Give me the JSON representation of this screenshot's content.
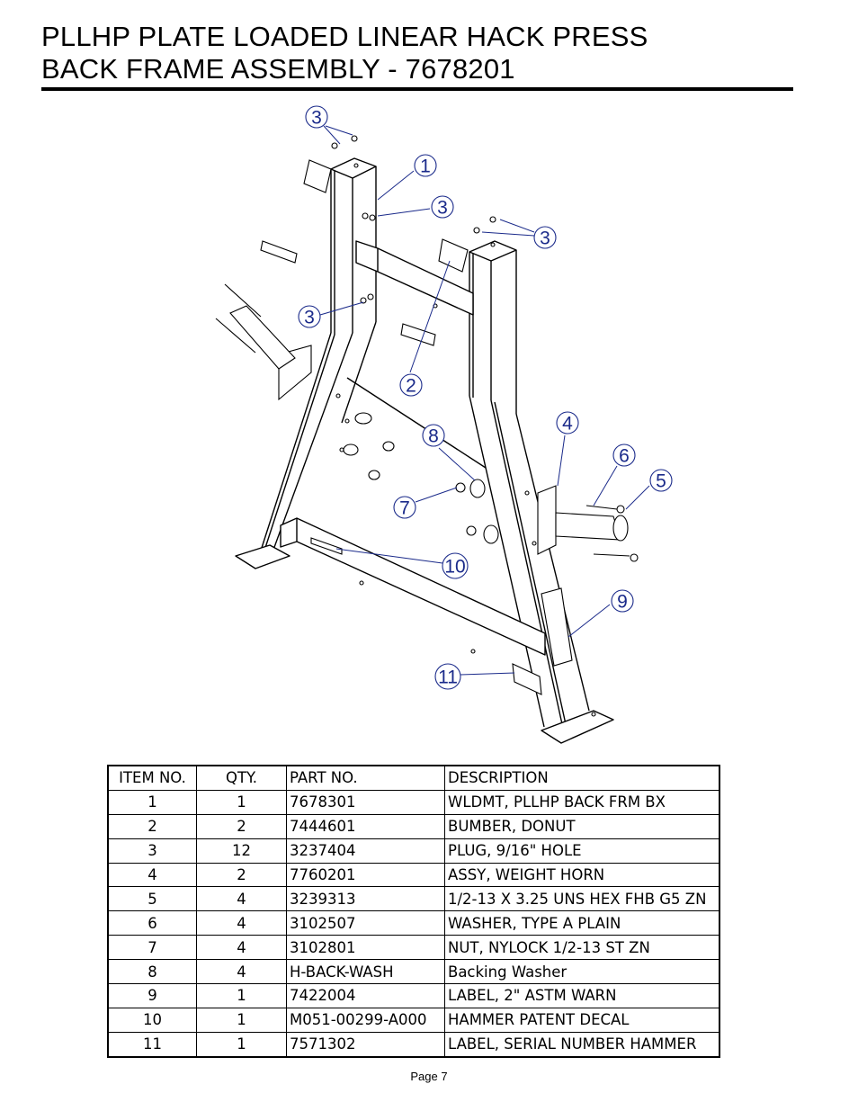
{
  "header": {
    "title_line1": "PLLHP PLATE LOADED LINEAR HACK PRESS",
    "title_line2": "BACK FRAME ASSEMBLY - 7678201"
  },
  "drawing": {
    "callouts": [
      "3",
      "1",
      "3",
      "3",
      "3",
      "2",
      "4",
      "8",
      "6",
      "5",
      "7",
      "10",
      "9",
      "11"
    ]
  },
  "bom": {
    "headers": [
      "ITEM NO.",
      "QTY.",
      "PART NO.",
      "DESCRIPTION"
    ],
    "rows": [
      [
        "1",
        "1",
        "7678301",
        "WLDMT, PLLHP BACK FRM BX"
      ],
      [
        "2",
        "2",
        "7444601",
        "BUMBER, DONUT"
      ],
      [
        "3",
        "12",
        "3237404",
        "PLUG,  9/16\" HOLE"
      ],
      [
        "4",
        "2",
        "7760201",
        "ASSY, WEIGHT HORN"
      ],
      [
        "5",
        "4",
        "3239313",
        "1/2-13 X 3.25 UNS HEX FHB G5 ZN"
      ],
      [
        "6",
        "4",
        "3102507",
        "WASHER, TYPE A PLAIN"
      ],
      [
        "7",
        "4",
        "3102801",
        "NUT, NYLOCK 1/2-13 ST ZN"
      ],
      [
        "8",
        "4",
        "H-BACK-WASH",
        "Backing Washer"
      ],
      [
        "9",
        "1",
        "7422004",
        "LABEL, 2\" ASTM WARN"
      ],
      [
        "10",
        "1",
        "M051-00299-A000",
        "HAMMER PATENT DECAL"
      ],
      [
        "11",
        "1",
        "7571302",
        "LABEL, SERIAL NUMBER HAMMER"
      ]
    ]
  },
  "footer": {
    "page_label": "Page 7"
  },
  "colors": {
    "callout": "#1a2a8a",
    "line": "#000000"
  }
}
